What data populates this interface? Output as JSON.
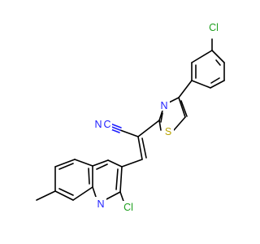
{
  "structure": {
    "atoms": {
      "cl_phenyl": "Cl",
      "n_nitrile": "N",
      "c_nitrile": "C",
      "n_thiazole": "N",
      "s_thiazole": "S",
      "n_quinoline": "N",
      "cl_quinoline": "Cl"
    },
    "colors": {
      "carbon": "#000000",
      "nitrogen": "#1e1eff",
      "sulfur": "#b8a300",
      "chlorine": "#1fa01f"
    }
  }
}
